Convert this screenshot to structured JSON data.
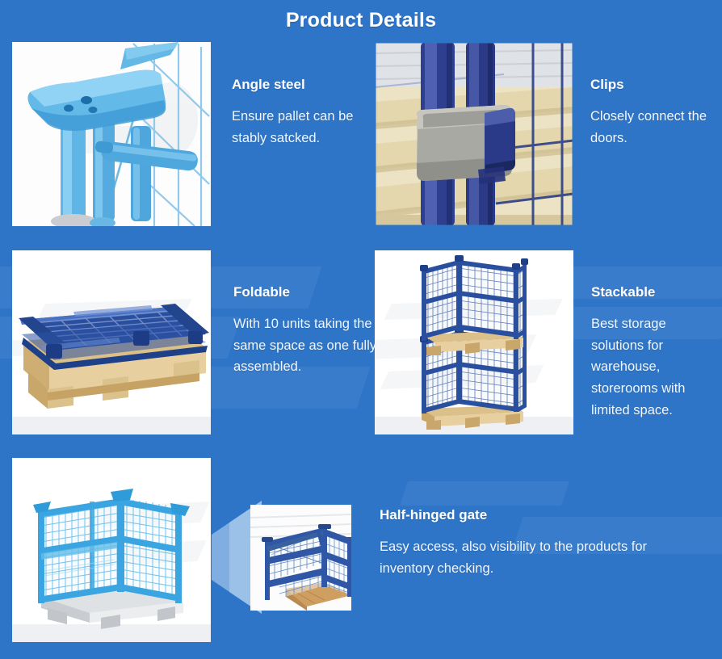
{
  "page": {
    "title": "Product Details",
    "background_color": "#2e75c8",
    "card_background": "#ffffff",
    "heading_color": "#ffffff",
    "body_text_color": "#f2f7fd"
  },
  "features": [
    {
      "id": "angle-steel",
      "heading": "Angle steel",
      "body": "Ensure pallet can be stably satcked.",
      "image_name": "angle-steel-bracket-photo",
      "image_alt": "Close-up of light blue angle steel corner plate on tubular posts with wire mesh"
    },
    {
      "id": "clips",
      "heading": "Clips",
      "body": "Closely connect the doors.",
      "image_name": "clips-photo",
      "image_alt": "Galvanized metal clip joining two dark blue vertical tubes above a wooden pallet"
    },
    {
      "id": "foldable",
      "heading": "Foldable",
      "body": "With 10 units taking the same space as one fully assembled.",
      "image_name": "foldable-cage-photo",
      "image_alt": "Blue wire cage folded flat on a wooden pallet"
    },
    {
      "id": "stackable",
      "heading": "Stackable",
      "body": "Best storage solutions for warehouse, storerooms with limited space.",
      "image_name": "stackable-cages-photo",
      "image_alt": "Two blue wire mesh cages stacked on wooden pallets"
    },
    {
      "id": "half-hinged-gate",
      "heading": "Half-hinged gate",
      "body": "Easy access, also visibility to the products for inventory checking.",
      "image_name": "full-cage-photo",
      "image_alt": "Full blue wire mesh cage on a wooden pallet",
      "inset_image_name": "half-hinged-gate-detail-photo",
      "inset_image_alt": "Detail of half-hinged gate folded down on the cage front"
    }
  ]
}
